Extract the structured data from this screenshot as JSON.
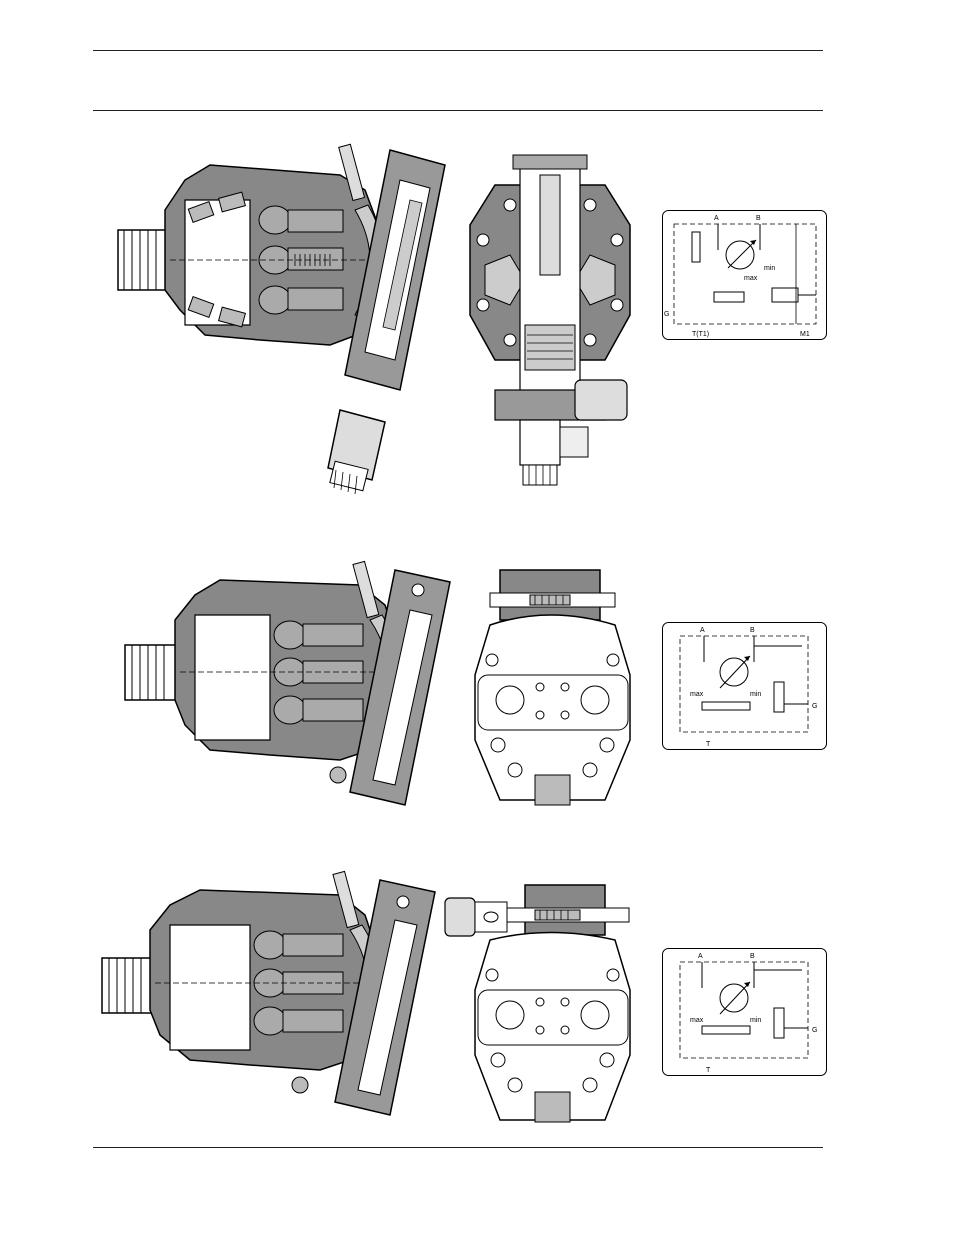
{
  "schematics": [
    {
      "port_a": "A",
      "port_b": "B",
      "port_g": "G",
      "port_t": "T(T1)",
      "port_m": "M1",
      "label_min": "min",
      "label_max": "max"
    },
    {
      "port_a": "A",
      "port_b": "B",
      "port_g": "G",
      "port_t": "T",
      "label_min": "min",
      "label_max": "max"
    },
    {
      "port_a": "A",
      "port_b": "B",
      "port_g": "G",
      "port_t": "T",
      "label_min": "min",
      "label_max": "max"
    }
  ]
}
